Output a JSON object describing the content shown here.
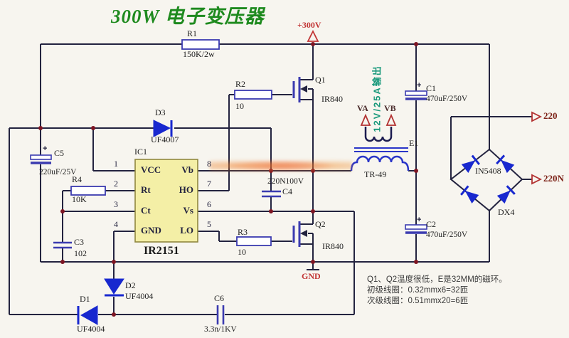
{
  "title": "300W 电子变压器",
  "power": {
    "rail": "+300V",
    "ground": "GND"
  },
  "ic": {
    "ref": "IC1",
    "part": "IR2151",
    "pins_left": [
      {
        "num": "1",
        "name": "VCC"
      },
      {
        "num": "2",
        "name": "Rt"
      },
      {
        "num": "3",
        "name": "Ct"
      },
      {
        "num": "4",
        "name": "GND"
      }
    ],
    "pins_right": [
      {
        "num": "8",
        "name": "Vb"
      },
      {
        "num": "7",
        "name": "HO"
      },
      {
        "num": "6",
        "name": "Vs"
      },
      {
        "num": "5",
        "name": "LO"
      }
    ]
  },
  "resistors": {
    "r1": {
      "ref": "R1",
      "value": "150K/2w"
    },
    "r2": {
      "ref": "R2",
      "value": "10"
    },
    "r3": {
      "ref": "R3",
      "value": "10"
    },
    "r4": {
      "ref": "R4",
      "value": "10K"
    }
  },
  "capacitors": {
    "c1": {
      "ref": "C1",
      "value": "470uF/250V",
      "polarity": "+"
    },
    "c2": {
      "ref": "C2",
      "value": "470uF/250V",
      "polarity": "+"
    },
    "c3": {
      "ref": "C3",
      "value": "102"
    },
    "c4": {
      "ref": "C4",
      "value": "220N100V"
    },
    "c5": {
      "ref": "C5",
      "value": "220uF/25V",
      "polarity": "+"
    },
    "c6": {
      "ref": "C6",
      "value": "3.3n/1KV"
    }
  },
  "diodes": {
    "d1": {
      "ref": "D1",
      "value": "UF4004"
    },
    "d2": {
      "ref": "D2",
      "value": "UF4004"
    },
    "d3": {
      "ref": "D3",
      "value": "UF4007"
    }
  },
  "mosfets": {
    "q1": {
      "ref": "Q1",
      "part": "IR840"
    },
    "q2": {
      "ref": "Q2",
      "part": "IR840"
    }
  },
  "transformer": {
    "ref": "E1",
    "part": "TR-49",
    "va": "VA",
    "vb": "VB",
    "output": "12V/25A输出"
  },
  "bridge": {
    "part": "IN5408",
    "ref": "DX4"
  },
  "ac": {
    "line": "220",
    "neutral": "220N"
  },
  "notes": [
    "Q1、Q2温度很低，E是32MM的磁环。",
    "初级线圈：0.32mmx6=32匝",
    "次级线圈：0.51mmx20=6匝"
  ],
  "colors": {
    "wire": "#23233f",
    "component": "#3b3bb0",
    "diode": "#1828cf",
    "junction": "#7d1523",
    "accent_red": "#c23535",
    "title_green": "#1e8a1e",
    "output_teal": "#16987a",
    "ic_fill": "#f4efa6"
  }
}
